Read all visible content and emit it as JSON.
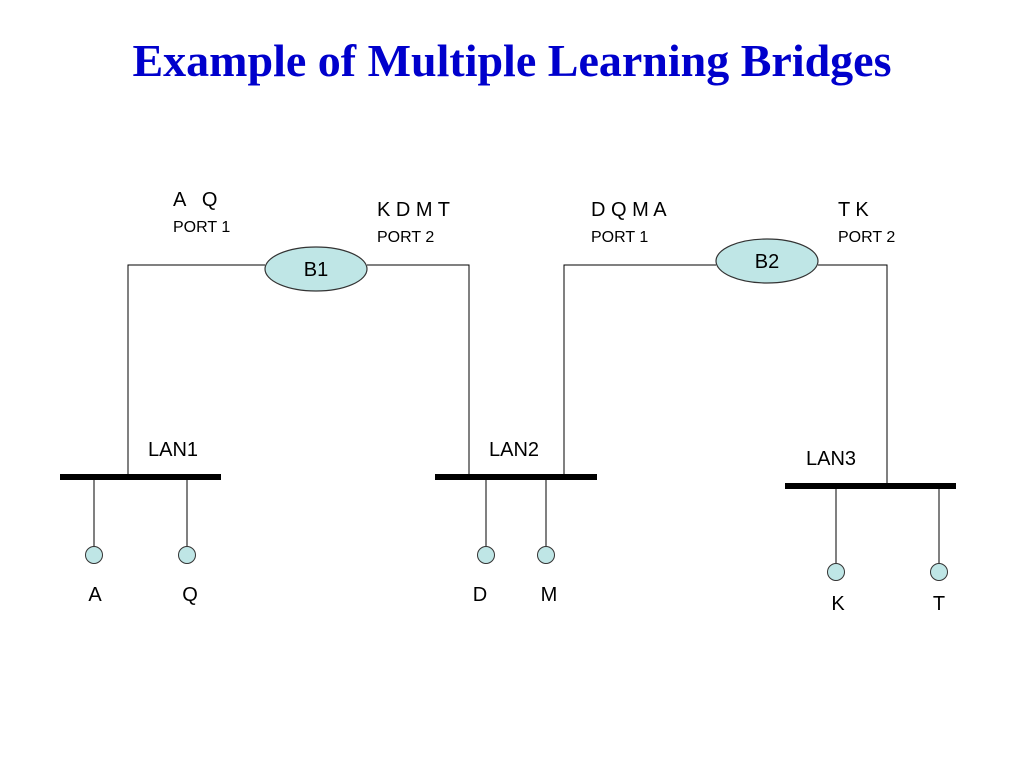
{
  "title": "Example of Multiple Learning Bridges",
  "bridges": [
    {
      "id": "b1",
      "label": "B1",
      "port1": {
        "learned": "A   Q",
        "port_label": "PORT 1"
      },
      "port2": {
        "learned": "K D M T",
        "port_label": "PORT 2"
      }
    },
    {
      "id": "b2",
      "label": "B2",
      "port1": {
        "learned": "D Q M A",
        "port_label": "PORT 1"
      },
      "port2": {
        "learned": "T K",
        "port_label": "PORT 2"
      }
    }
  ],
  "lans": [
    {
      "id": "lan1",
      "label": "LAN1",
      "hosts": [
        "A",
        "Q"
      ]
    },
    {
      "id": "lan2",
      "label": "LAN2",
      "hosts": [
        "D",
        "M"
      ]
    },
    {
      "id": "lan3",
      "label": "LAN3",
      "hosts": [
        "K",
        "T"
      ]
    }
  ],
  "colors": {
    "title": "#0000cc",
    "node_fill": "#bfe6e6",
    "line": "#000000"
  }
}
